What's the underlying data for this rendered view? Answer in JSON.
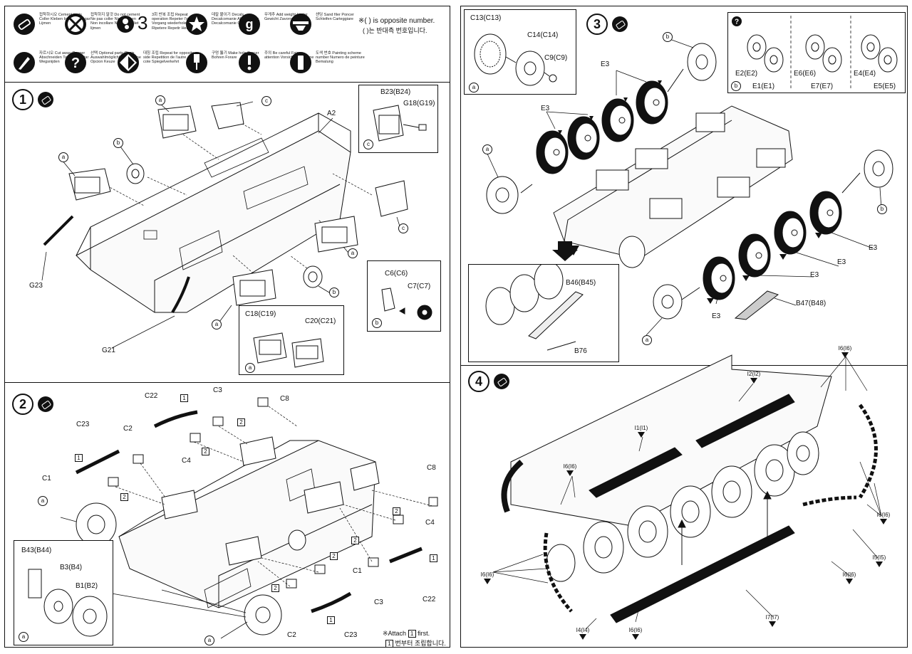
{
  "left_page": {
    "legend": [
      {
        "icon": "cement-icon",
        "text": "접착하시오 Cement parts Coller Kleben Incollare Pegar Lijmen"
      },
      {
        "icon": "no-cement-icon",
        "text": "접착하지 말것 Do not cement Ne pas coller Nicht kleben Non incollare No pegar Niet lijmen"
      },
      {
        "icon": "repeat-icon",
        "text": "3",
        "text2": "3회 반복 조립 Repeat operation Repeter l'operation Vorgang wiederholen Ripetere Repetir Herhalen"
      },
      {
        "icon": "decal-icon",
        "text": "데칼 붙이기 Decals Decalcomanie Abziehbilder Decalcomanie Calcas"
      },
      {
        "icon": "weight-icon",
        "text": "무게추 Add weight Lester Gewicht Zavorra Lastre"
      },
      {
        "icon": "sand-icon",
        "text": "샌딩 Sand filer Poncer Schleifen Carteggiare"
      },
      {
        "icon": "cut-icon",
        "text": "자르시오 Cut away Couper Abschneiden Tagliare Cortar Wegsnijden"
      },
      {
        "icon": "optional-icon",
        "text": "선택 Optional parts Choix Auswahlmöglichkeit Elezione Opcion Keuze"
      },
      {
        "icon": "symmetry-icon",
        "text": "대칭 조립 Repeat for opposite side Repetition de l'autre cote Spiegelverkehrt"
      },
      {
        "icon": "drill-icon",
        "text": "구멍 뚫기 Make hole Percer Bohren Forare"
      },
      {
        "icon": "caution-icon",
        "text": "주의 Be careful Faire attention Vorsicht Attenzione"
      },
      {
        "icon": "paint-icon",
        "text": "도색 번호 Painting scheme number Numero de peinture Bemalung"
      }
    ],
    "note_opposite": "※( ) is opposite number.",
    "note_opposite_kr": "( )는 반대측 번호입니다.",
    "step1": {
      "number": "1",
      "labels": {
        "a1": "a",
        "a2": "a",
        "a3": "a",
        "a4": "a",
        "b1": "b",
        "b2": "b",
        "c1": "c",
        "c2": "c",
        "A2": "A2",
        "G23": "G23",
        "G21": "G21"
      },
      "inset_c": {
        "B23": "B23(B24)",
        "G18": "G18(G19)",
        "tag": "c"
      },
      "inset_b": {
        "C6": "C6(C6)",
        "C7": "C7(C7)",
        "tag": "b"
      },
      "inset_a": {
        "C18": "C18(C19)",
        "C20": "C20(C21)",
        "tag": "a"
      }
    },
    "step2": {
      "number": "2",
      "labels": {
        "C22a": "C22",
        "C3a": "C3",
        "C8a": "C8",
        "C23a": "C23",
        "C2a": "C2",
        "C4a": "C4",
        "C1a": "C1",
        "C8b": "C8",
        "C4b": "C4",
        "C1b": "C1",
        "C3b": "C3",
        "C22b": "C22",
        "C2b": "C2",
        "C23b": "C23",
        "a1": "a",
        "a2": "a"
      },
      "inset_a": {
        "B43": "B43(B44)",
        "B3": "B3(B4)",
        "B1": "B1(B2)",
        "tag": "a"
      },
      "sq1": "1",
      "sq2": "2",
      "note_attach": "※Attach",
      "note_attach2": "first.",
      "note_attach_kr": "번부터 조립합니다."
    }
  },
  "right_page": {
    "step3": {
      "number": "3",
      "inset_a": {
        "C13": "C13(C13)",
        "C14": "C14(C14)",
        "C9": "C9(C9)",
        "tag": "a"
      },
      "inset_b": {
        "E2": "E2(E2)",
        "E1": "E1(E1)",
        "E6": "E6(E6)",
        "E7": "E7(E7)",
        "E4": "E4(E4)",
        "E5": "E5(E5)",
        "tag": "b"
      },
      "labels": {
        "E3a": "E3",
        "E3b": "E3",
        "E3c": "E3",
        "E3d": "E3",
        "E3e": "E3",
        "E3f": "E3",
        "a1": "a",
        "a2": "a",
        "b1": "b",
        "b2": "b",
        "b3": "b"
      },
      "inset_lower": {
        "B46": "B46(B45)",
        "B76": "B76",
        "B47": "B47(B48)"
      }
    },
    "step4": {
      "number": "4",
      "labels": {
        "I6a": "I6(I6)",
        "I2": "I2(I2)",
        "I1": "I1(I1)",
        "I6b": "I6(I6)",
        "I6c": "I6(I6)",
        "I5": "I5(I5)",
        "I6d": "I6(I6)",
        "I6e": "I6(I6)",
        "I7": "I7(I7)",
        "I4": "I4(I4)",
        "I6f": "I6(I6)"
      }
    }
  }
}
